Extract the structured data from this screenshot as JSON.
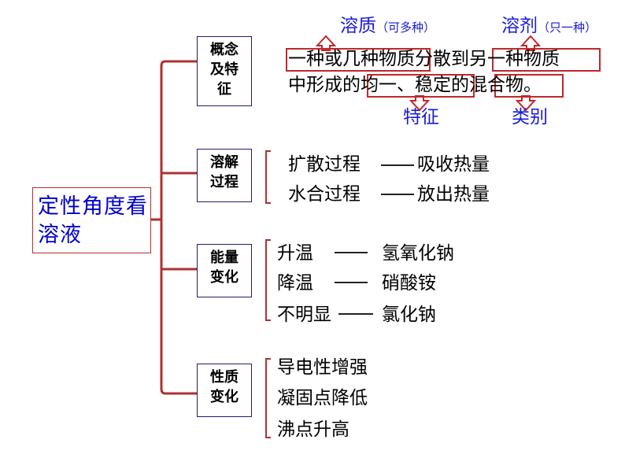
{
  "main_title": "定性角度看溶液",
  "categories": [
    {
      "label": "概念\n及特\n征"
    },
    {
      "label": "溶解\n过程"
    },
    {
      "label": "能量\n变化"
    },
    {
      "label": "性质\n变化"
    }
  ],
  "concept": {
    "solute_label": "溶质",
    "solute_note": "（可多种）",
    "solvent_label": "溶剂",
    "solvent_note": "（只一种）",
    "seg1": "一种或几种物质",
    "seg2": "分散到",
    "seg3": "另一种物质",
    "seg4": "中形成的",
    "seg5": "均一、稳定",
    "seg6": "的",
    "seg7": "混合物",
    "seg8": "。",
    "feature_label": "特征",
    "category_label": "类别"
  },
  "dissolution": [
    {
      "process": "扩散过程",
      "effect": "吸收热量"
    },
    {
      "process": "水合过程",
      "effect": "放出热量"
    }
  ],
  "energy": [
    {
      "change": "升温",
      "example": "氢氧化钠"
    },
    {
      "change": "降温",
      "example": "硝酸铵"
    },
    {
      "change": "不明显",
      "example": "氯化钠"
    }
  ],
  "properties": [
    "导电性增强",
    "凝固点降低",
    "沸点升高"
  ],
  "colors": {
    "accent_red": "#b03030",
    "label_blue": "#1a1ad6",
    "box_border": "#1f1f6a"
  }
}
